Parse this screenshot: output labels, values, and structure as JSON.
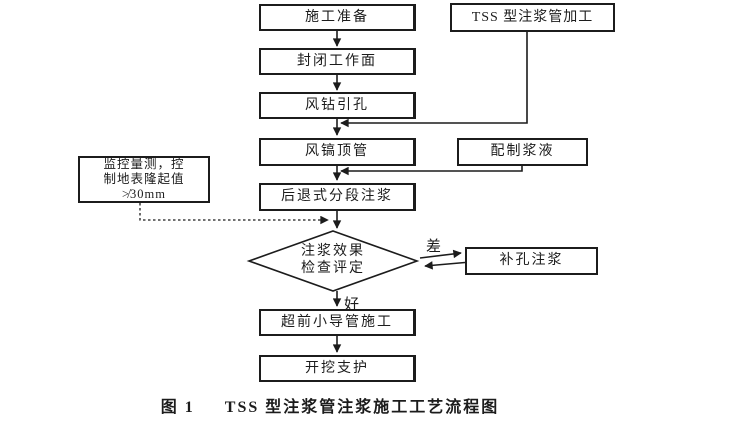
{
  "meta": {
    "ink_color": "#1c1c1c",
    "background_color": "#ffffff",
    "diagram_type": "flowchart"
  },
  "nodes": {
    "prep": {
      "label": "施工准备"
    },
    "tss": {
      "label": "TSS 型注浆管加工"
    },
    "seal": {
      "label": "封闭工作面"
    },
    "drill": {
      "label": "风钻引孔"
    },
    "jack": {
      "label": "风镐顶管"
    },
    "slurry": {
      "label": "配制浆液"
    },
    "backfill": {
      "label": "后退式分段注浆"
    },
    "monitor": {
      "line1": "监控量测，控",
      "line2": "制地表隆起值",
      "line3": "≯30mm"
    },
    "check": {
      "line1": "注浆效果",
      "line2": "检查评定"
    },
    "refill": {
      "label": "补孔注浆"
    },
    "smallpipe": {
      "label": "超前小导管施工"
    },
    "excavate": {
      "label": "开挖支护"
    }
  },
  "edges": {
    "good": "好",
    "bad": "差"
  },
  "caption": {
    "fig": "图 1",
    "title": "TSS 型注浆管注浆施工工艺流程图"
  }
}
